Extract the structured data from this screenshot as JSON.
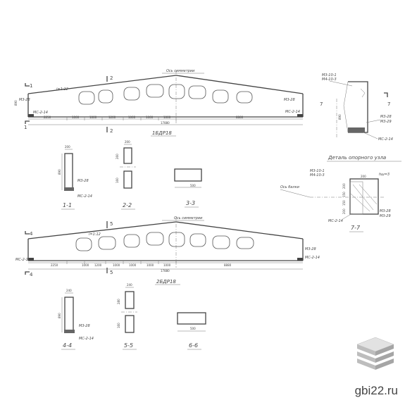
{
  "beam1": {
    "title": "1БДР18",
    "axis_label": "Ось симметрии",
    "slope": "i=1:12",
    "rebar_left": "М3-28",
    "mesh_left": "МС-2-14",
    "mesh_right": "МС-2-14",
    "rebar_right": "М3-28",
    "dim_height": "890",
    "dims_bottom": [
      "2250",
      "1000",
      "1000",
      "1200",
      "1000",
      "1000",
      "1000",
      "8880"
    ],
    "total_length": "17880",
    "cut1": "1",
    "cut2": "2"
  },
  "beam2": {
    "title": "2БДР18",
    "axis_label": "Ось симметрии",
    "slope": "i=1:12",
    "mesh_left": "МС-2-14",
    "rebar_right": "М3-28",
    "mesh_right": "МС-2-14",
    "dims_bottom": [
      "2250",
      "1000",
      "1200",
      "1000",
      "1000",
      "1000",
      "1000",
      "8880"
    ],
    "total_length": "17880",
    "cut4": "4",
    "cut5": "5"
  },
  "section_1_1": {
    "label": "1-1",
    "dim_top": "200",
    "dim_side": "890",
    "rebar": "М3-28",
    "mesh": "МС-2-14"
  },
  "section_2_2": {
    "label": "2-2",
    "dim_top": "200",
    "dim_a": "260",
    "dim_b": "160"
  },
  "section_3_3": {
    "label": "3-3",
    "dim": "500"
  },
  "section_4_4": {
    "label": "4-4",
    "dim_top": "240",
    "dim_side": "890",
    "rebar": "М3-28",
    "mesh": "МС-2-14"
  },
  "section_5_5": {
    "label": "5-5",
    "dim_top": "240",
    "dim_a": "280",
    "dim_b": "160"
  },
  "section_6_6": {
    "label": "6-6",
    "dim": "500"
  },
  "detail": {
    "title": "Деталь опорного узла",
    "mesh_top_1": "М3-10-1",
    "mesh_top_2": "М4-10-3",
    "rebar_1": "М3-28",
    "rebar_2": "М3-29",
    "mesh_bottom": "МС-2-14",
    "dim_height": "890",
    "cut": "7"
  },
  "section_7_7": {
    "label": "7-7",
    "mesh_top_1": "М3-10-1",
    "mesh_top_2": "М4-10-3",
    "axis": "Ось балки",
    "weld": "hш=3",
    "rebar_1": "М3-28",
    "rebar_2": "М3-29",
    "mesh": "МС-2-14",
    "dim_width": "200",
    "dims_side": [
      "200",
      "150",
      "150",
      "200"
    ]
  },
  "watermark": "gbi22.ru"
}
